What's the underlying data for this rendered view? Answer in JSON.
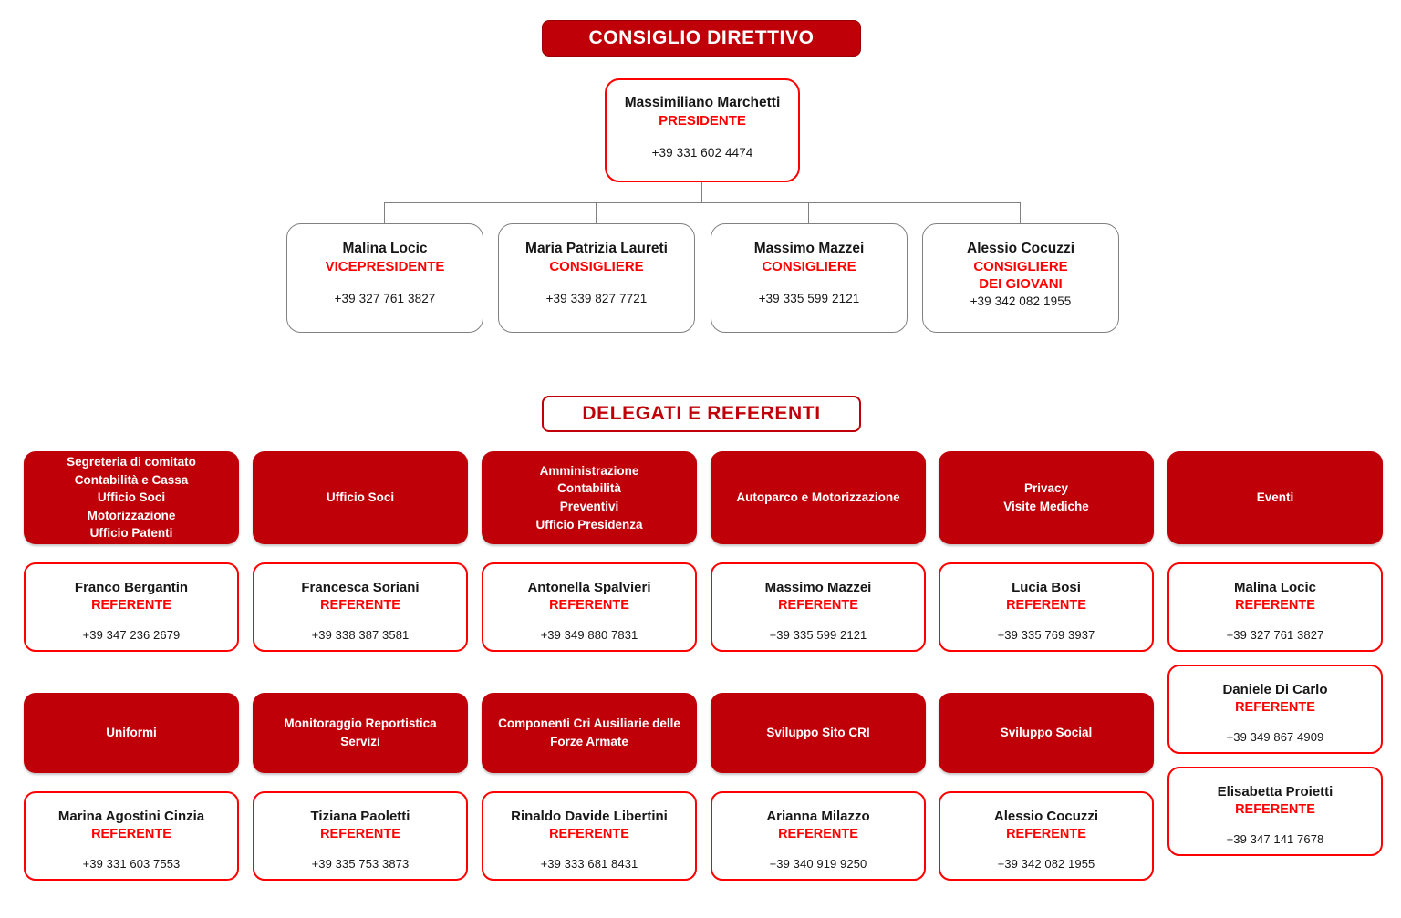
{
  "colors": {
    "dark_red": "#C00008",
    "bright_red": "#FF0000",
    "gray_border": "#808080",
    "text_black": "#171717",
    "white": "#FFFFFF"
  },
  "sections": {
    "board_banner": "CONSIGLIO DIRETTIVO",
    "delegates_banner": "DELEGATI  E  REFERENTI"
  },
  "board": {
    "president": {
      "name": "Massimiliano Marchetti",
      "role": "PRESIDENTE",
      "phone": "+39 331 602 4474"
    },
    "members": [
      {
        "name": "Malina Locic",
        "role": "VICEPRESIDENTE",
        "role2": "",
        "phone": "+39 327 761 3827"
      },
      {
        "name": "Maria Patrizia Laureti",
        "role": "CONSIGLIERE",
        "role2": "",
        "phone": "+39 339 827 7721"
      },
      {
        "name": "Massimo Mazzei",
        "role": "CONSIGLIERE",
        "role2": "",
        "phone": "+39 335 599 2121"
      },
      {
        "name": "Alessio Cocuzzi",
        "role": "CONSIGLIERE",
        "role2": "DEI GIOVANI",
        "phone": "+39 342 082 1955"
      }
    ]
  },
  "delegates": {
    "columns": [
      {
        "departments": [
          {
            "lines": [
              "Segreteria di comitato",
              "Contabilità e Cassa",
              "Ufficio Soci",
              "Motorizzazione",
              "Ufficio Patenti"
            ],
            "referents": [
              {
                "name": "Franco Bergantin",
                "role": "REFERENTE",
                "phone": "+39 347 236 2679"
              }
            ]
          },
          {
            "lines": [
              "Uniformi"
            ],
            "referents": [
              {
                "name": "Marina Agostini Cinzia",
                "role": "REFERENTE",
                "phone": "+39 331 603 7553"
              }
            ]
          }
        ]
      },
      {
        "departments": [
          {
            "lines": [
              "Ufficio Soci"
            ],
            "referents": [
              {
                "name": "Francesca Soriani",
                "role": "REFERENTE",
                "phone": "+39 338 387 3581"
              }
            ]
          },
          {
            "lines": [
              "Monitoraggio Reportistica",
              "Servizi"
            ],
            "referents": [
              {
                "name": "Tiziana Paoletti",
                "role": "REFERENTE",
                "phone": "+39 335 753 3873"
              }
            ]
          }
        ]
      },
      {
        "departments": [
          {
            "lines": [
              "Amministrazione",
              "Contabilità",
              "Preventivi",
              "Ufficio Presidenza"
            ],
            "referents": [
              {
                "name": "Antonella Spalvieri",
                "role": "REFERENTE",
                "phone": "+39 349 880 7831"
              }
            ]
          },
          {
            "lines": [
              "Componenti Cri Ausiliarie delle",
              "Forze Armate"
            ],
            "referents": [
              {
                "name": "Rinaldo Davide Libertini",
                "role": "REFERENTE",
                "phone": "+39 333 681 8431"
              }
            ]
          }
        ]
      },
      {
        "departments": [
          {
            "lines": [
              "Autoparco e Motorizzazione"
            ],
            "referents": [
              {
                "name": "Massimo Mazzei",
                "role": "REFERENTE",
                "phone": "+39 335 599 2121"
              }
            ]
          },
          {
            "lines": [
              "Sviluppo Sito CRI"
            ],
            "referents": [
              {
                "name": "Arianna Milazzo",
                "role": "REFERENTE",
                "phone": "+39 340 919 9250"
              }
            ]
          }
        ]
      },
      {
        "departments": [
          {
            "lines": [
              "Privacy",
              "Visite Mediche"
            ],
            "referents": [
              {
                "name": "Lucia Bosi",
                "role": "REFERENTE",
                "phone": "+39 335 769 3937"
              }
            ]
          },
          {
            "lines": [
              "Sviluppo Social"
            ],
            "referents": [
              {
                "name": "Alessio Cocuzzi",
                "role": "REFERENTE",
                "phone": "+39 342 082 1955"
              }
            ]
          }
        ]
      },
      {
        "departments": [
          {
            "lines": [
              "Eventi"
            ],
            "referents": [
              {
                "name": "Malina Locic",
                "role": "REFERENTE",
                "phone": "+39 327 761 3827"
              },
              {
                "name": "Daniele Di Carlo",
                "role": "REFERENTE",
                "phone": "+39 349 867 4909"
              },
              {
                "name": "Elisabetta Proietti",
                "role": "REFERENTE",
                "phone": "+39 347 141 7678"
              }
            ]
          }
        ]
      }
    ]
  }
}
